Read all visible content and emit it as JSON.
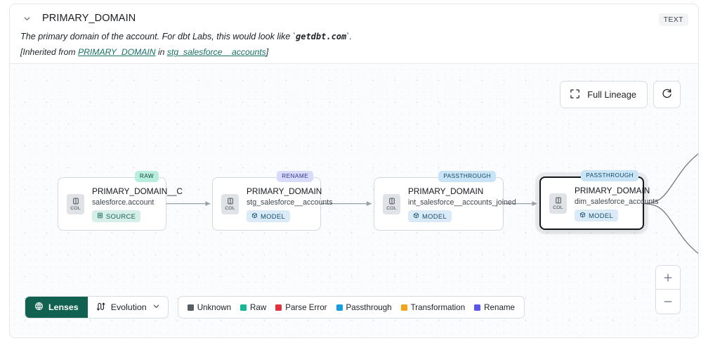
{
  "header": {
    "chevron_icon": "chevron-down-icon",
    "title": "PRIMARY_DOMAIN",
    "type_badge": "TEXT",
    "description_pre": "The primary domain of the account. For dbt Labs, this would look like `",
    "description_code": "getdbt.com",
    "description_post": "`.",
    "inherited_pre": "[Inherited from ",
    "inherited_link1": "PRIMARY_DOMAIN",
    "inherited_mid": " in ",
    "inherited_link2": "stg_salesforce__accounts",
    "inherited_post": "]"
  },
  "canvas": {
    "full_lineage_label": "Full Lineage",
    "full_lineage_icon": "expand-icon",
    "refresh_icon": "refresh-icon",
    "zoom_in_label": "+",
    "zoom_out_label": "−"
  },
  "nodes": [
    {
      "tag": "RAW",
      "tag_class": "tag-raw",
      "col_icon": "column-icon",
      "col_label": "COL",
      "title": "PRIMARY_DOMAIN__C",
      "subtitle": "salesforce.account",
      "badge_label": "SOURCE",
      "badge_class": "badge-source",
      "badge_icon": "database-icon",
      "selected": false
    },
    {
      "tag": "RENAME",
      "tag_class": "tag-ren",
      "col_icon": "column-icon",
      "col_label": "COL",
      "title": "PRIMARY_DOMAIN",
      "subtitle": "stg_salesforce__accounts",
      "badge_label": "MODEL",
      "badge_class": "badge-model",
      "badge_icon": "cube-icon",
      "selected": false
    },
    {
      "tag": "PASSTHROUGH",
      "tag_class": "tag-pass",
      "col_icon": "column-icon",
      "col_label": "COL",
      "title": "PRIMARY_DOMAIN",
      "subtitle": "int_salesforce__accounts_joined",
      "badge_label": "MODEL",
      "badge_class": "badge-model",
      "badge_icon": "cube-icon",
      "selected": false
    },
    {
      "tag": "PASSTHROUGH",
      "tag_class": "tag-pass",
      "col_icon": "column-icon",
      "col_label": "COL",
      "title": "PRIMARY_DOMAIN",
      "subtitle": "dim_salesforce_accounts",
      "badge_label": "MODEL",
      "badge_class": "badge-model",
      "badge_icon": "cube-icon",
      "selected": true
    }
  ],
  "toolbar": {
    "lenses_label": "Lenses",
    "lenses_icon": "lens-icon",
    "evolution_label": "Evolution",
    "evolution_icon": "evolution-icon",
    "evolution_chevron": "chevron-down-icon"
  },
  "legend": [
    {
      "label": "Unknown",
      "color": "#565e66"
    },
    {
      "label": "Raw",
      "color": "#14b894"
    },
    {
      "label": "Parse Error",
      "color": "#e2333a"
    },
    {
      "label": "Passthrough",
      "color": "#1a9ce0"
    },
    {
      "label": "Transformation",
      "color": "#f2a51a"
    },
    {
      "label": "Rename",
      "color": "#5a57e8"
    }
  ],
  "colors": {
    "accent_teal": "#10614f",
    "link": "#136f63",
    "selected_border": "#14181d"
  }
}
